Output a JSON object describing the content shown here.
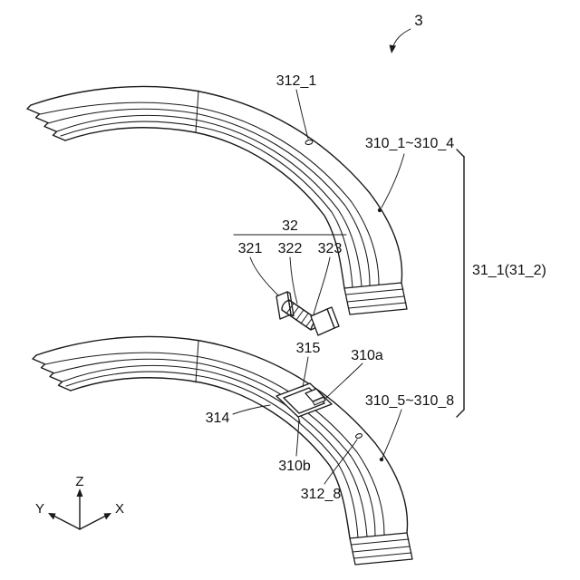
{
  "figure_labels": {
    "reference": "3",
    "bracket_label": "31_1(31_2)",
    "upper_stack": {
      "hole": "312_1",
      "laminations": "310_1~310_4"
    },
    "coil": {
      "group": "32",
      "flange_a": "321",
      "winding": "322",
      "flange_b": "323"
    },
    "lower_stack": {
      "slot": "315",
      "seat": "310a",
      "edge": "314",
      "laminations": "310_5~310_8",
      "wall": "310b",
      "hole": "312_8"
    }
  },
  "axes": {
    "vertical": "Z",
    "left": "Y",
    "right": "X"
  },
  "colors": {
    "background": "#ffffff",
    "line": "#1a1a1a"
  }
}
